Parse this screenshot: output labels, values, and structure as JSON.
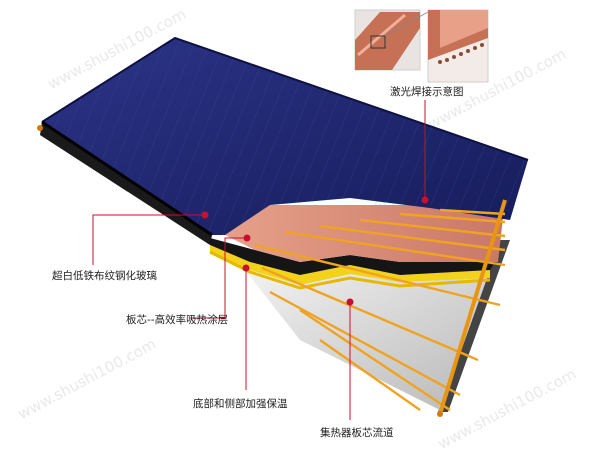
{
  "labels": {
    "laser_weld": "激光焊接示意图",
    "glass": "超白低铁布纹钢化玻璃",
    "absorber": "板芯--高效率吸热涂层",
    "insulation": "底部和侧部加强保温",
    "flow_channel": "集热器板芯流道"
  },
  "watermark": "www.shushi100.com",
  "colors": {
    "glass": "#1f2670",
    "frame": "#2a2a2a",
    "copper": "#d98e7a",
    "pipe": "#f0a320",
    "leader": "#c8102e"
  }
}
